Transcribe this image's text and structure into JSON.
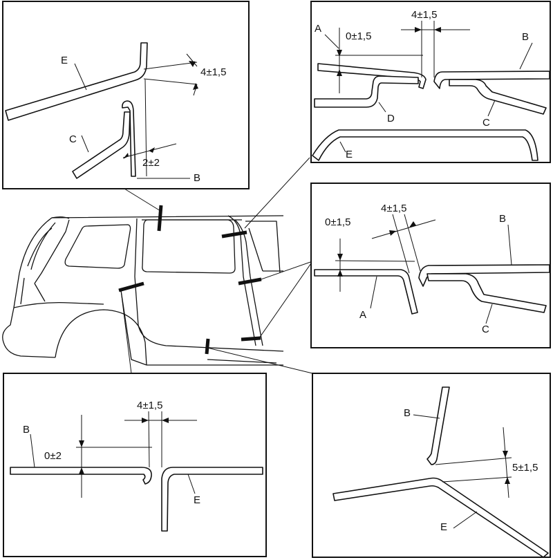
{
  "labels": {
    "tl_E": "E",
    "tl_C": "C",
    "tl_B": "B",
    "tl_dim1": "4±1,5",
    "tl_dim2": "2±2",
    "tr_A": "A",
    "tr_B": "B",
    "tr_D": "D",
    "tr_C": "C",
    "tr_E": "E",
    "tr_dim1": "0±1,5",
    "tr_dim2": "4±1,5",
    "mr_B": "B",
    "mr_A": "A",
    "mr_C": "C",
    "mr_dim1": "0±1,5",
    "mr_dim2": "4±1,5",
    "bl_B": "B",
    "bl_E": "E",
    "bl_dim1": "0±2",
    "bl_dim2": "4±1,5",
    "br_B": "B",
    "br_E": "E",
    "br_dim1": "5±1,5"
  }
}
